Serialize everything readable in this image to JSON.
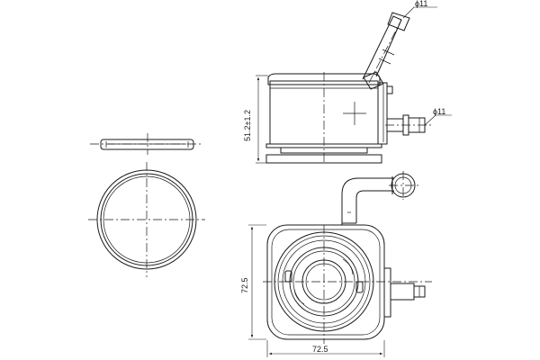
{
  "dimensions": {
    "diameter_top": "ϕ11",
    "diameter_side": "ϕ11",
    "height": "51.2±1.2",
    "depth": "72.5",
    "width": "72.5"
  },
  "colors": {
    "line": "#1a1a1a",
    "background": "#ffffff"
  }
}
